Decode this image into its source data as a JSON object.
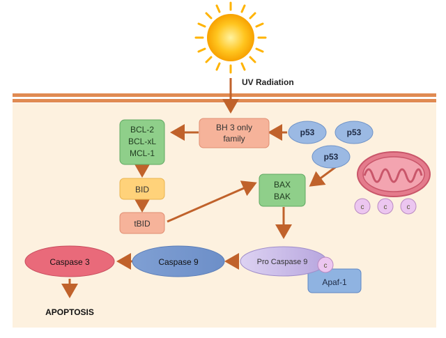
{
  "labels": {
    "uv": "UV Radiation",
    "bh3_line1": "BH 3 only",
    "bh3_line2": "family",
    "bcl2": "BCL-2",
    "bclxl": "BCL-xL",
    "mcl1": "MCL-1",
    "bid": "BID",
    "tbid": "tBID",
    "bax": "BAX",
    "bak": "BAK",
    "p53": "p53",
    "cyto": "c",
    "procaspase9": "Pro Caspase 9",
    "apaf1": "Apaf-1",
    "caspase9": "Caspase 9",
    "caspase3": "Caspase 3",
    "apoptosis": "APOPTOSIS"
  },
  "colors": {
    "membrane": "#e08a52",
    "cytoplasm": "#fdf1df",
    "arrow": "#c0622b",
    "green_fill": "#8fcf8a",
    "green_stroke": "#5fa861",
    "salmon_fill": "#f6b39a",
    "salmon_stroke": "#e08e72",
    "yellow_fill": "#ffd27a",
    "blue_fill": "#9bb9e3",
    "blue_stroke": "#6f93c8",
    "purple_fill": "#c7b8e6",
    "red_fill": "#e96a7a",
    "mito_fill": "#e47b8c",
    "sun": "#ffc21a"
  }
}
